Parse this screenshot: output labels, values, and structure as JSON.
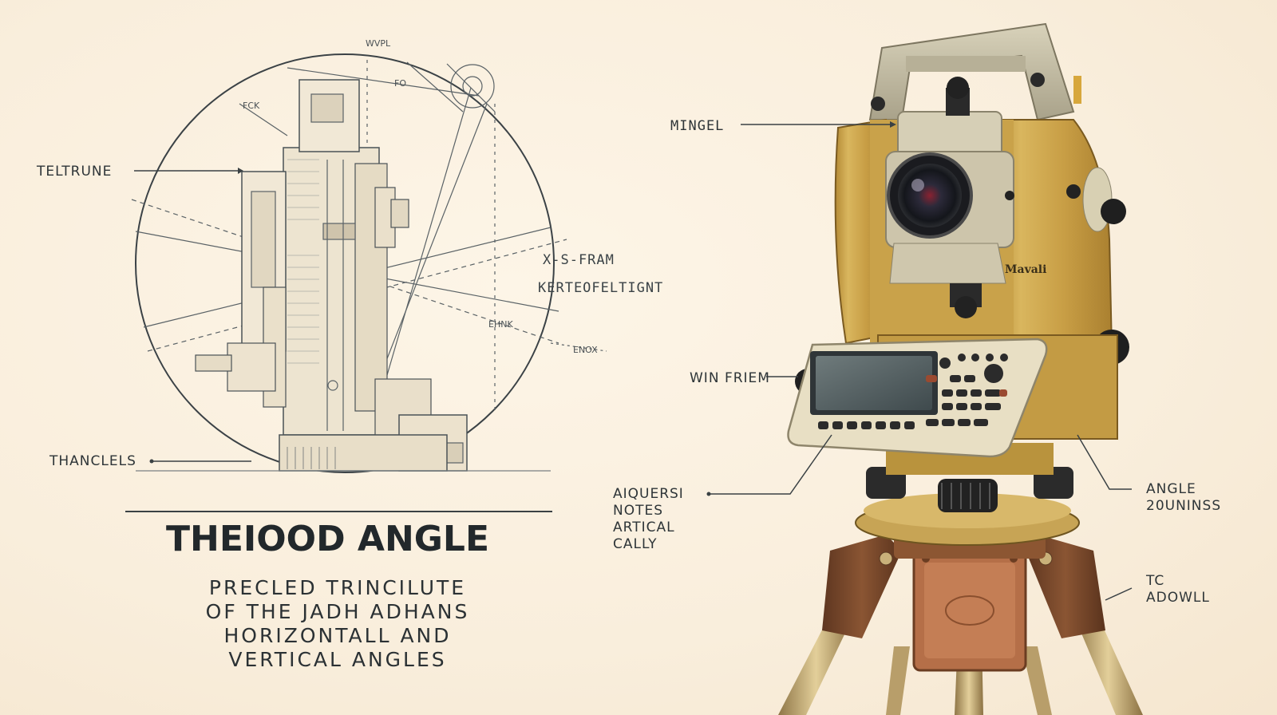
{
  "sketch": {
    "labels": {
      "teltrune": "TELTRUNE",
      "thanclels": "THANCLELS",
      "wvpl": "WVPL",
      "fo": "FO",
      "fck": "FCK",
      "xs_fram": "X-S-FRAM",
      "kertefoflt": "KERTEOFELTIGNT",
      "ehnk": "EHNK",
      "enox": "ENOX"
    }
  },
  "heading": {
    "title": "THEIOOD ANGLE",
    "subtitle_lines": [
      "PRECLED TRINCILUTE",
      "OF THE JADH ADHANS",
      "HORIZONTALL AND",
      "VERTICAL ANGLES"
    ]
  },
  "instrument": {
    "brand": "Mavali",
    "labels": {
      "mingel": "MINGEL",
      "win_friem": "WIN FRIEM",
      "aiquersi": [
        "AIQUERSI",
        "NOTES",
        "ARTICAL",
        "CALLY"
      ],
      "angle": [
        "ANGLE",
        "20UNINSS"
      ],
      "tc": [
        "TC",
        "ADOWLL"
      ]
    }
  },
  "colors": {
    "paper": "#fbf0df",
    "ink": "#2e3538",
    "body_yellow": "#c9a24a",
    "handle_gray": "#c8c1a8",
    "panel": "#e6dcc0",
    "screen": "#4f5d61",
    "wood": "#7a4a2c",
    "copper": "#b06e49",
    "brass_leg": "#c9b17a"
  }
}
